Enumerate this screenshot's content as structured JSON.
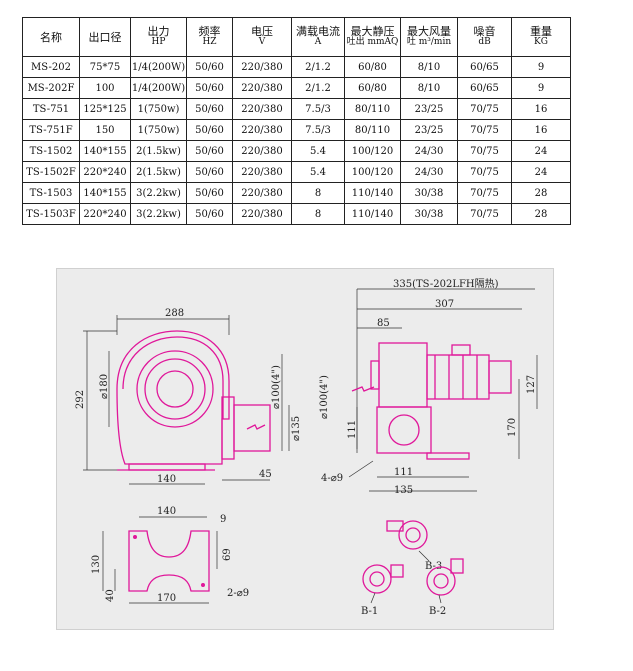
{
  "table": {
    "headers": [
      {
        "line1": "名称",
        "line2": ""
      },
      {
        "line1": "出口径",
        "line2": ""
      },
      {
        "line1": "出力",
        "line2": "HP"
      },
      {
        "line1": "频率",
        "line2": "HZ"
      },
      {
        "line1": "电压",
        "line2": "V"
      },
      {
        "line1": "满载电流",
        "line2": "A"
      },
      {
        "line1": "最大静压",
        "line2": "吐出 mmAQ"
      },
      {
        "line1": "最大风量",
        "line2": "吐 m³/min"
      },
      {
        "line1": "噪音",
        "line2": "dB"
      },
      {
        "line1": "重量",
        "line2": "KG"
      }
    ],
    "rows": [
      [
        "MS-202",
        "75*75",
        "1/4(200W)",
        "50/60",
        "220/380",
        "2/1.2",
        "60/80",
        "8/10",
        "60/65",
        "9"
      ],
      [
        "MS-202F",
        "100",
        "1/4(200W)",
        "50/60",
        "220/380",
        "2/1.2",
        "60/80",
        "8/10",
        "60/65",
        "9"
      ],
      [
        "TS-751",
        "125*125",
        "1(750w)",
        "50/60",
        "220/380",
        "7.5/3",
        "80/110",
        "23/25",
        "70/75",
        "16"
      ],
      [
        "TS-751F",
        "150",
        "1(750w)",
        "50/60",
        "220/380",
        "7.5/3",
        "80/110",
        "23/25",
        "70/75",
        "16"
      ],
      [
        "TS-1502",
        "140*155",
        "2(1.5kw)",
        "50/60",
        "220/380",
        "5.4",
        "100/120",
        "24/30",
        "70/75",
        "24"
      ],
      [
        "TS-1502F",
        "220*240",
        "2(1.5kw)",
        "50/60",
        "220/380",
        "5.4",
        "100/120",
        "24/30",
        "70/75",
        "24"
      ],
      [
        "TS-1503",
        "140*155",
        "3(2.2kw)",
        "50/60",
        "220/380",
        "8",
        "110/140",
        "30/38",
        "70/75",
        "28"
      ],
      [
        "TS-1503F",
        "220*240",
        "3(2.2kw)",
        "50/60",
        "220/380",
        "8",
        "110/140",
        "30/38",
        "70/75",
        "28"
      ]
    ]
  },
  "drawing": {
    "front_view": {
      "width_top": "288",
      "height_left": "292",
      "dia_inner": "⌀180",
      "outlet_dia": "⌀100(4\")",
      "outlet_inner": "⌀135",
      "base_width": "140",
      "outlet_len": "45"
    },
    "side_view": {
      "overall_label": "335(TS-202LFH隔热)",
      "length": "307",
      "inlet_off": "85",
      "inlet_dia": "⌀100(4\")",
      "height_127": "127",
      "height_170": "170",
      "height_111": "111",
      "base_111": "111",
      "base_135": "135",
      "holes": "4-⌀9"
    },
    "base_view": {
      "width_140": "140",
      "hole_9": "9",
      "dim_69": "69",
      "dim_130": "130",
      "dim_40": "40",
      "width_170": "170",
      "holes": "2-⌀9"
    },
    "variants": {
      "b1": "B-1",
      "b2": "B-2",
      "b3": "B-3"
    }
  }
}
